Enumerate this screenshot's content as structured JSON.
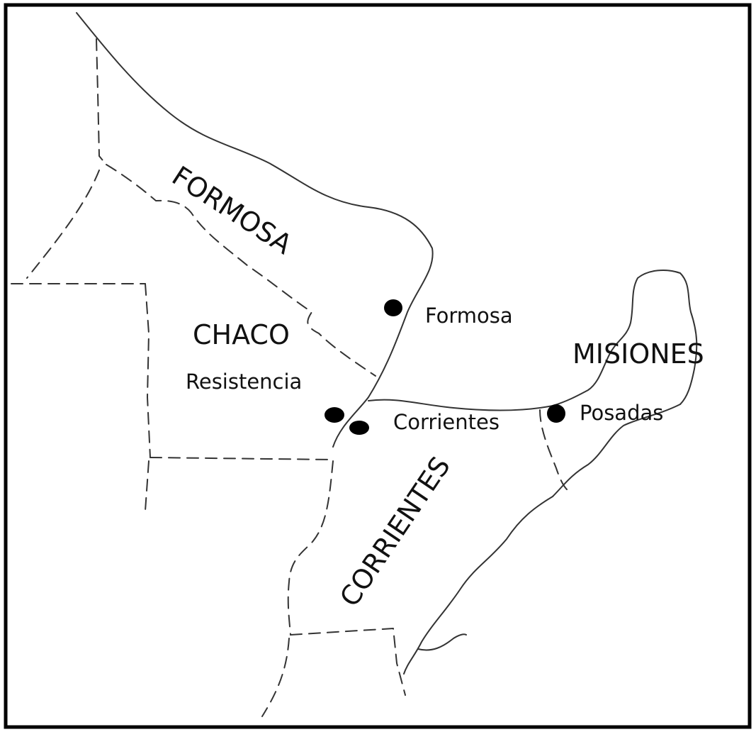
{
  "provinces": {
    "formosa": "FORMOSA",
    "chaco": "CHACO",
    "misiones": "MISIONES",
    "corrientes": "CORRIENTES"
  },
  "cities": {
    "formosa": "Formosa",
    "resistencia": "Resistencia",
    "corrientes": "Corrientes",
    "posadas": "Posadas"
  },
  "colors": {
    "ink": "#111111",
    "background": "#ffffff"
  }
}
